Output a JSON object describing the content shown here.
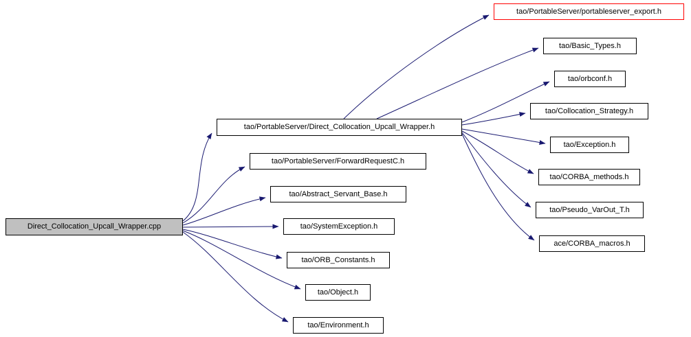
{
  "diagram": {
    "type": "include-dependency-graph",
    "edge_color": "#191970",
    "source_node_bg": "#c0c0c0",
    "highlight_border_color": "#ff0000",
    "nodes": [
      {
        "id": "direct-collocation-upcall-wrapper-cpp",
        "label": "Direct_Collocation_Upcall_Wrapper.cpp",
        "type": "source"
      },
      {
        "id": "portableserver-direct-collocation-upcall-wrapper-h",
        "label": "tao/PortableServer/Direct_Collocation_Upcall_Wrapper.h",
        "type": "normal"
      },
      {
        "id": "portableserver-forwardrequestc-h",
        "label": "tao/PortableServer/ForwardRequestC.h",
        "type": "normal"
      },
      {
        "id": "abstract-servant-base-h",
        "label": "tao/Abstract_Servant_Base.h",
        "type": "normal"
      },
      {
        "id": "systemexception-h",
        "label": "tao/SystemException.h",
        "type": "normal"
      },
      {
        "id": "orb-constants-h",
        "label": "tao/ORB_Constants.h",
        "type": "normal"
      },
      {
        "id": "object-h",
        "label": "tao/Object.h",
        "type": "normal"
      },
      {
        "id": "environment-h",
        "label": "tao/Environment.h",
        "type": "normal"
      },
      {
        "id": "portableserver-export-h",
        "label": "tao/PortableServer/portableserver_export.h",
        "type": "highlighted"
      },
      {
        "id": "basic-types-h",
        "label": "tao/Basic_Types.h",
        "type": "normal"
      },
      {
        "id": "orbconf-h",
        "label": "tao/orbconf.h",
        "type": "normal"
      },
      {
        "id": "collocation-strategy-h",
        "label": "tao/Collocation_Strategy.h",
        "type": "normal"
      },
      {
        "id": "exception-h",
        "label": "tao/Exception.h",
        "type": "normal"
      },
      {
        "id": "corba-methods-h",
        "label": "tao/CORBA_methods.h",
        "type": "normal"
      },
      {
        "id": "pseudo-varout-t-h",
        "label": "tao/Pseudo_VarOut_T.h",
        "type": "normal"
      },
      {
        "id": "corba-macros-h",
        "label": "ace/CORBA_macros.h",
        "type": "normal"
      }
    ],
    "edges": [
      {
        "from": "Direct_Collocation_Upcall_Wrapper.cpp",
        "to": "tao/PortableServer/Direct_Collocation_Upcall_Wrapper.h"
      },
      {
        "from": "Direct_Collocation_Upcall_Wrapper.cpp",
        "to": "tao/PortableServer/ForwardRequestC.h"
      },
      {
        "from": "Direct_Collocation_Upcall_Wrapper.cpp",
        "to": "tao/Abstract_Servant_Base.h"
      },
      {
        "from": "Direct_Collocation_Upcall_Wrapper.cpp",
        "to": "tao/SystemException.h"
      },
      {
        "from": "Direct_Collocation_Upcall_Wrapper.cpp",
        "to": "tao/ORB_Constants.h"
      },
      {
        "from": "Direct_Collocation_Upcall_Wrapper.cpp",
        "to": "tao/Object.h"
      },
      {
        "from": "Direct_Collocation_Upcall_Wrapper.cpp",
        "to": "tao/Environment.h"
      },
      {
        "from": "tao/PortableServer/Direct_Collocation_Upcall_Wrapper.h",
        "to": "tao/PortableServer/portableserver_export.h"
      },
      {
        "from": "tao/PortableServer/Direct_Collocation_Upcall_Wrapper.h",
        "to": "tao/Basic_Types.h"
      },
      {
        "from": "tao/PortableServer/Direct_Collocation_Upcall_Wrapper.h",
        "to": "tao/orbconf.h"
      },
      {
        "from": "tao/PortableServer/Direct_Collocation_Upcall_Wrapper.h",
        "to": "tao/Collocation_Strategy.h"
      },
      {
        "from": "tao/PortableServer/Direct_Collocation_Upcall_Wrapper.h",
        "to": "tao/Exception.h"
      },
      {
        "from": "tao/PortableServer/Direct_Collocation_Upcall_Wrapper.h",
        "to": "tao/CORBA_methods.h"
      },
      {
        "from": "tao/PortableServer/Direct_Collocation_Upcall_Wrapper.h",
        "to": "tao/Pseudo_VarOut_T.h"
      },
      {
        "from": "tao/PortableServer/Direct_Collocation_Upcall_Wrapper.h",
        "to": "ace/CORBA_macros.h"
      }
    ]
  }
}
